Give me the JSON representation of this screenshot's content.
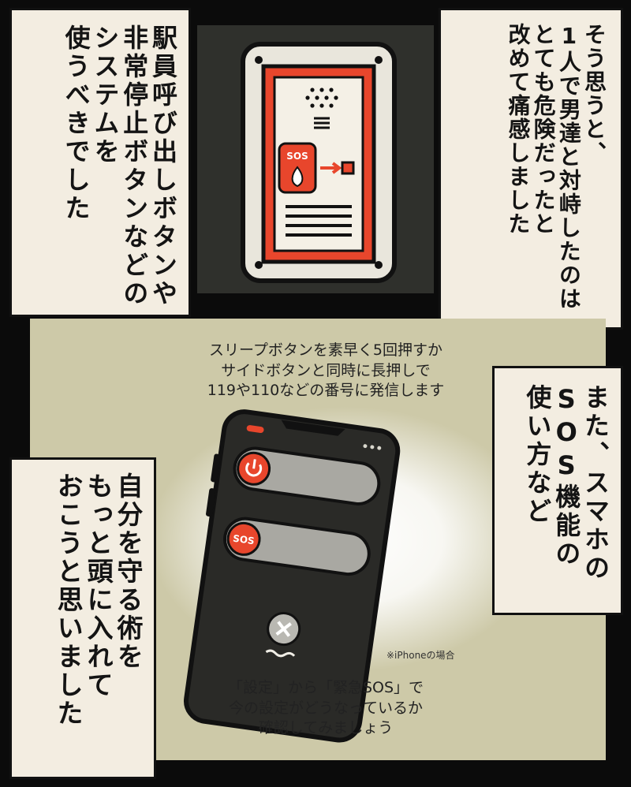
{
  "captions": {
    "top_left": "駅員呼び出しボタンや\n非常停止ボタンなどの\nシステムを\n使うべきでした",
    "top_right": "そう思うと、\n1人で男達と対峙したのは\nとても危険だったと\n改めて痛感しました",
    "mid_right": "また、スマホの\nSOS機能の\n使い方など",
    "bottom_left": "自分を守る術を\nもっと頭に入れて\nおこうと思いました"
  },
  "phone_info": {
    "line1": "スリープボタンを素早く5回押すか",
    "line2": "サイドボタンと同時に長押しで",
    "line3": "119や110などの番号に発信します",
    "note": "※iPhoneの場合",
    "bottom1": "「設定」から「緊急SOS」で",
    "bottom2": "今の設定がどうなっているか",
    "bottom3": "確認してみましょう"
  },
  "device": {
    "sos_label": "SOS"
  },
  "phone": {
    "sos_label": "SOS",
    "power_icon": "power-icon",
    "cancel_icon": "x-icon"
  },
  "colors": {
    "accent_red": "#e8462c",
    "paper": "#f3ede1",
    "olive": "#cdc9a8",
    "dark": "#2b2b28"
  }
}
